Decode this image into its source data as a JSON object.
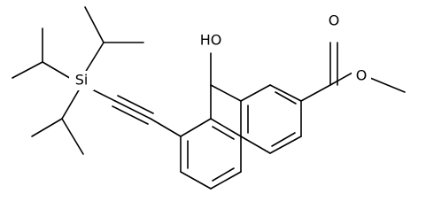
{
  "structure": {
    "atom_labels": {
      "hydroxyl": "HO",
      "silicon": "Si",
      "carbonyl_oxygen": "O",
      "ester_oxygen": "O"
    },
    "colors": {
      "bond": "#000000",
      "label": "#000000",
      "background": "#ffffff"
    }
  }
}
